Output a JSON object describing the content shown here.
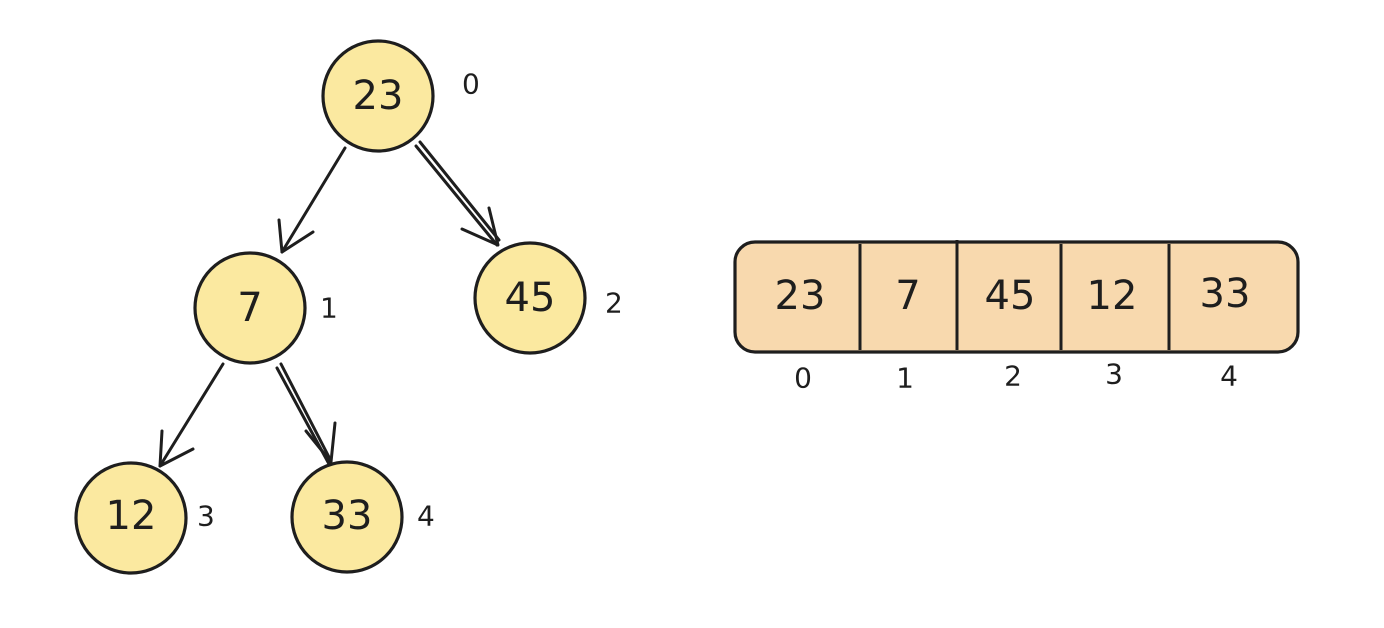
{
  "tree": {
    "nodes": [
      {
        "value": "23",
        "index": "0"
      },
      {
        "value": "7",
        "index": "1"
      },
      {
        "value": "45",
        "index": "2"
      },
      {
        "value": "12",
        "index": "3"
      },
      {
        "value": "33",
        "index": "4"
      }
    ],
    "edges": [
      {
        "from": 0,
        "to": 1
      },
      {
        "from": 0,
        "to": 2
      },
      {
        "from": 1,
        "to": 3
      },
      {
        "from": 1,
        "to": 4
      }
    ]
  },
  "array": {
    "cells": [
      {
        "value": "23",
        "index": "0"
      },
      {
        "value": "7",
        "index": "1"
      },
      {
        "value": "45",
        "index": "2"
      },
      {
        "value": "12",
        "index": "3"
      },
      {
        "value": "33",
        "index": "4"
      }
    ]
  },
  "colors": {
    "node_fill": "#fbe9a0",
    "array_fill": "#f8d9ae",
    "stroke": "#1e1e1e"
  }
}
